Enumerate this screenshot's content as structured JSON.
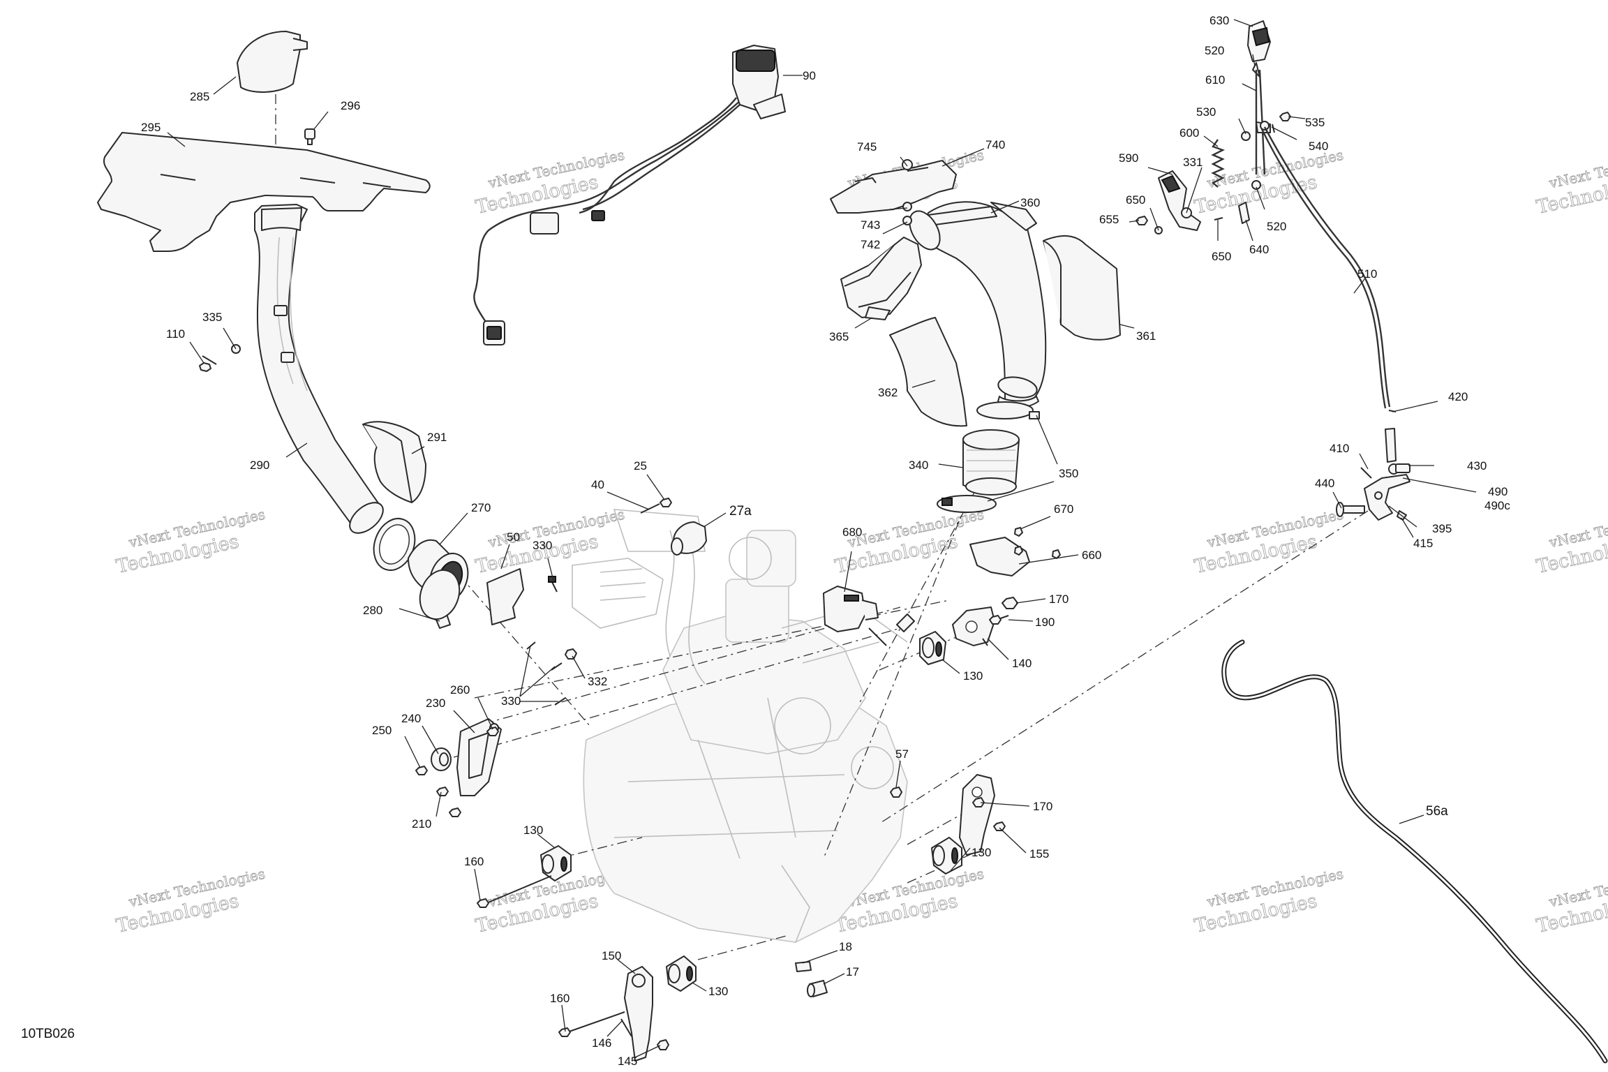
{
  "diagram": {
    "reference_code": "10TB026",
    "watermark": {
      "line1": "vNext Technologies",
      "line2": "Technologies"
    },
    "callouts": [
      {
        "id": "c285",
        "text": "285"
      },
      {
        "id": "c296",
        "text": "296"
      },
      {
        "id": "c295",
        "text": "295"
      },
      {
        "id": "c90",
        "text": "90"
      },
      {
        "id": "c630",
        "text": "630"
      },
      {
        "id": "c520a",
        "text": "520"
      },
      {
        "id": "c610",
        "text": "610"
      },
      {
        "id": "c530",
        "text": "530"
      },
      {
        "id": "c535",
        "text": "535"
      },
      {
        "id": "c540",
        "text": "540"
      },
      {
        "id": "c600",
        "text": "600"
      },
      {
        "id": "c590",
        "text": "590"
      },
      {
        "id": "c331",
        "text": "331"
      },
      {
        "id": "c650a",
        "text": "650"
      },
      {
        "id": "c655",
        "text": "655"
      },
      {
        "id": "c650b",
        "text": "650"
      },
      {
        "id": "c640",
        "text": "640"
      },
      {
        "id": "c520b",
        "text": "520"
      },
      {
        "id": "c745",
        "text": "745"
      },
      {
        "id": "c740",
        "text": "740"
      },
      {
        "id": "c743",
        "text": "743"
      },
      {
        "id": "c742",
        "text": "742"
      },
      {
        "id": "c360",
        "text": "360"
      },
      {
        "id": "c365",
        "text": "365"
      },
      {
        "id": "c361",
        "text": "361"
      },
      {
        "id": "c362",
        "text": "362"
      },
      {
        "id": "c510",
        "text": "510"
      },
      {
        "id": "c335",
        "text": "335"
      },
      {
        "id": "c110",
        "text": "110"
      },
      {
        "id": "c291",
        "text": "291"
      },
      {
        "id": "c290",
        "text": "290"
      },
      {
        "id": "c340",
        "text": "340"
      },
      {
        "id": "c350a",
        "text": "350"
      },
      {
        "id": "c350b",
        "text": "350"
      },
      {
        "id": "c420",
        "text": "420"
      },
      {
        "id": "c410",
        "text": "410"
      },
      {
        "id": "c430",
        "text": "430"
      },
      {
        "id": "c440",
        "text": "440"
      },
      {
        "id": "c490",
        "text": "490"
      },
      {
        "id": "c490c",
        "text": "490c"
      },
      {
        "id": "c395",
        "text": "395"
      },
      {
        "id": "c415",
        "text": "415"
      },
      {
        "id": "c25",
        "text": "25"
      },
      {
        "id": "c40",
        "text": "40"
      },
      {
        "id": "c27a",
        "text": "27a"
      },
      {
        "id": "c270",
        "text": "270"
      },
      {
        "id": "c50",
        "text": "50"
      },
      {
        "id": "c330a",
        "text": "330"
      },
      {
        "id": "c680",
        "text": "680"
      },
      {
        "id": "c670",
        "text": "670"
      },
      {
        "id": "c660",
        "text": "660"
      },
      {
        "id": "c280",
        "text": "280"
      },
      {
        "id": "c170a",
        "text": "170"
      },
      {
        "id": "c190",
        "text": "190"
      },
      {
        "id": "c140",
        "text": "140"
      },
      {
        "id": "c130a",
        "text": "130"
      },
      {
        "id": "c332",
        "text": "332"
      },
      {
        "id": "c330b",
        "text": "330"
      },
      {
        "id": "c260",
        "text": "260"
      },
      {
        "id": "c230",
        "text": "230"
      },
      {
        "id": "c240",
        "text": "240"
      },
      {
        "id": "c250",
        "text": "250"
      },
      {
        "id": "c210",
        "text": "210"
      },
      {
        "id": "c57",
        "text": "57"
      },
      {
        "id": "c170b",
        "text": "170"
      },
      {
        "id": "c130b",
        "text": "130"
      },
      {
        "id": "c155",
        "text": "155"
      },
      {
        "id": "c56a",
        "text": "56a"
      },
      {
        "id": "c130c",
        "text": "130"
      },
      {
        "id": "c160a",
        "text": "160"
      },
      {
        "id": "c18",
        "text": "18"
      },
      {
        "id": "c17",
        "text": "17"
      },
      {
        "id": "c150",
        "text": "150"
      },
      {
        "id": "c160b",
        "text": "160"
      },
      {
        "id": "c130d",
        "text": "130"
      },
      {
        "id": "c146",
        "text": "146"
      },
      {
        "id": "c145",
        "text": "145"
      }
    ]
  }
}
